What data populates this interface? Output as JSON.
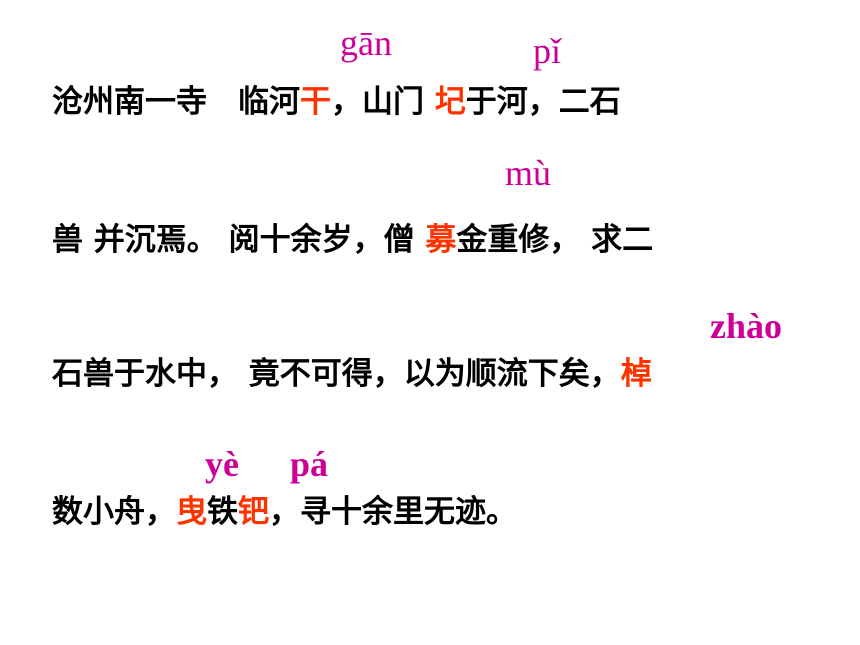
{
  "colors": {
    "text": "#000000",
    "highlight": "#ff3300",
    "pinyin": "#cc0099",
    "background": "#ffffff"
  },
  "pinyin": {
    "gan": "gān",
    "pi": "pǐ",
    "mu": "mù",
    "zhao": "zhào",
    "ye": "yè",
    "pa": "pá"
  },
  "lines": {
    "l1": {
      "a": "沧州南一寺　临河",
      "gan": "干",
      "b": "，山门 ",
      "pi": "圮",
      "c": "于河，二石"
    },
    "l2": {
      "a": "兽 并沉焉。 阅十余岁，僧 ",
      "mu": "募",
      "b": "金重修， 求二"
    },
    "l3": {
      "a": "石兽于水中， 竟不可得，以为顺流下矣，",
      "zhao": "棹"
    },
    "l4": {
      "a": "数小舟，",
      "ye": "曳",
      "b": "铁",
      "pa": "钯",
      "c": "，寻十余里无迹。"
    }
  }
}
